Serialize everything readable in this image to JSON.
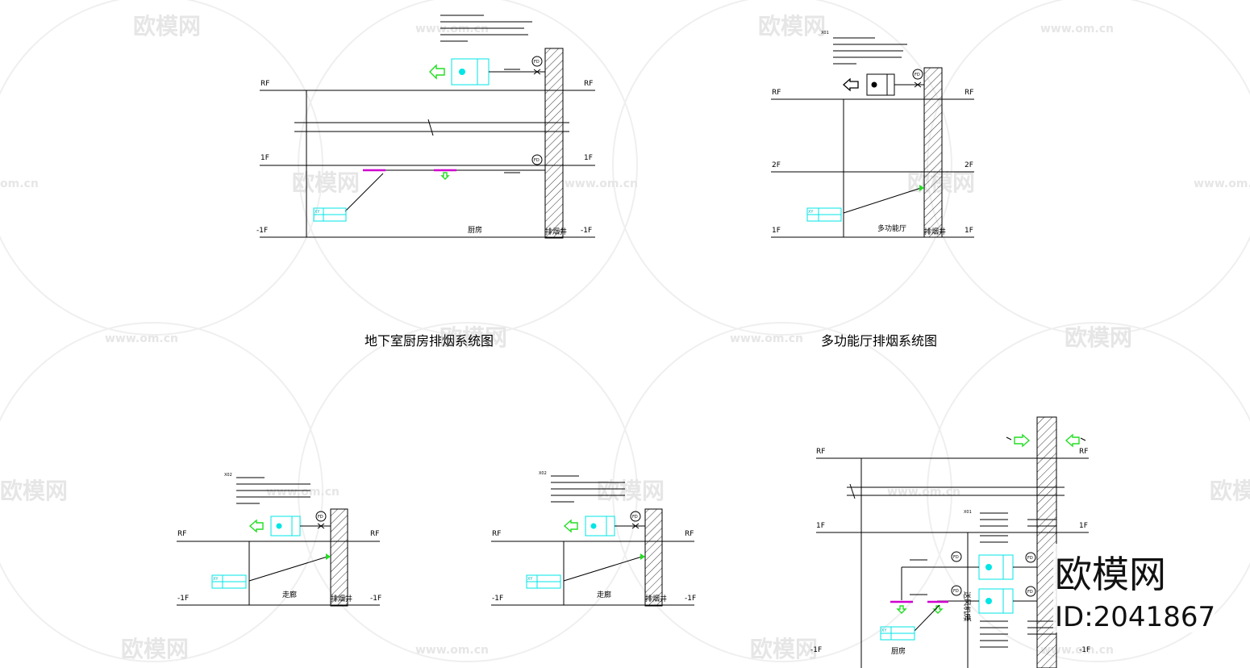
{
  "titles": {
    "kitchen": "地下室厨房排烟系统图",
    "hall": "多功能厅排烟系统图"
  },
  "floors": {
    "rf": "RF",
    "f1": "1F",
    "f2": "2F",
    "b1": "-1F"
  },
  "rooms": {
    "kitchen": "厨房",
    "hall": "多功能厅",
    "corridor": "走廊",
    "shaft": "排烟井",
    "fan_room": "送风机房"
  },
  "equipment": {
    "fd": "FD",
    "x01": "X01",
    "x02": "X02",
    "xy": "XY"
  },
  "watermark": {
    "brand": "欧模网",
    "url": "www.om.cn",
    "url_fragment": "om.cn"
  },
  "brand_corner": {
    "name": "欧模网",
    "id": "ID:2041867"
  }
}
